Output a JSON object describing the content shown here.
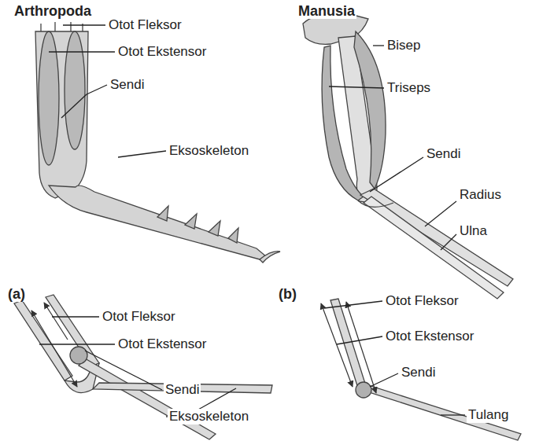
{
  "diagram": {
    "labels": [
      "Arthropoda",
      "Otot Fleksor",
      "Otot Ekstensor",
      "Sendi",
      "Eksoskeleton",
      "Manusia",
      "Bisep",
      "Triseps",
      "Sendi",
      "Radius",
      "Ulna",
      "(a)",
      "Otot Fleksor",
      "Otot Ekstensor",
      "Sendi",
      "Eksoskeleton",
      "(b)",
      "Otot Fleksor",
      "Otot Ekstensor",
      "Sendi",
      "Tulang"
    ]
  }
}
